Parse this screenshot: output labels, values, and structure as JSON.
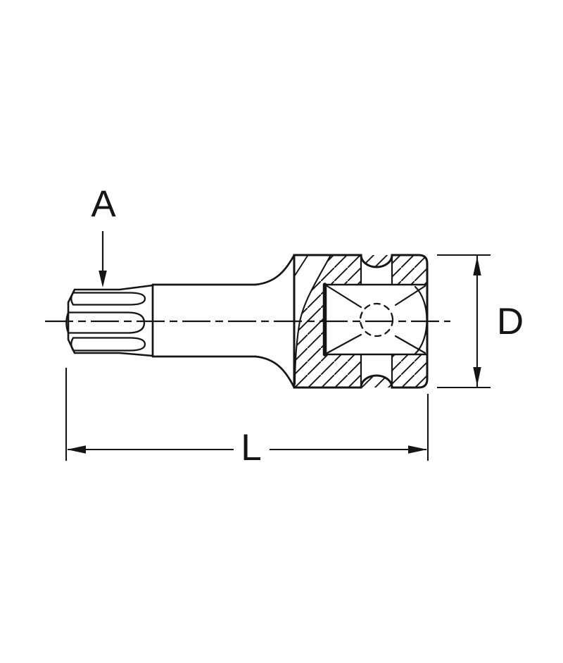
{
  "diagram": {
    "title": "socket-bit-technical-drawing",
    "background_color": "#ffffff",
    "line_color": "#151515",
    "labels": {
      "tip_size": "A",
      "outer_diameter": "D",
      "overall_length": "L"
    }
  }
}
